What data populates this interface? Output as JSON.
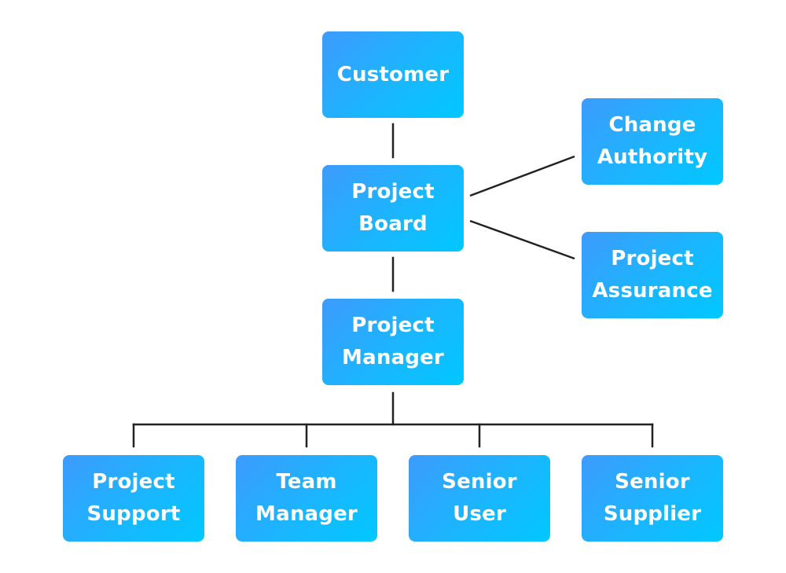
{
  "diagram": {
    "nodes": {
      "customer": "Customer",
      "project_board": "Project\nBoard",
      "change_authority": "Change\nAuthority",
      "project_assurance": "Project\nAssurance",
      "project_manager": "Project\nManager",
      "project_support": "Project\nSupport",
      "team_manager": "Team\nManager",
      "senior_user": "Senior\nUser",
      "senior_supplier": "Senior\nSupplier"
    },
    "colors": {
      "box_gradient_start": "#3d9bfd",
      "box_gradient_end": "#00c8ff",
      "box_text": "#ffffff",
      "connector": "#222222",
      "background": "#ffffff"
    },
    "edges": [
      [
        "customer",
        "project_board"
      ],
      [
        "project_board",
        "change_authority"
      ],
      [
        "project_board",
        "project_assurance"
      ],
      [
        "project_board",
        "project_manager"
      ],
      [
        "project_manager",
        "project_support"
      ],
      [
        "project_manager",
        "team_manager"
      ],
      [
        "project_manager",
        "senior_user"
      ],
      [
        "project_manager",
        "senior_supplier"
      ]
    ]
  }
}
